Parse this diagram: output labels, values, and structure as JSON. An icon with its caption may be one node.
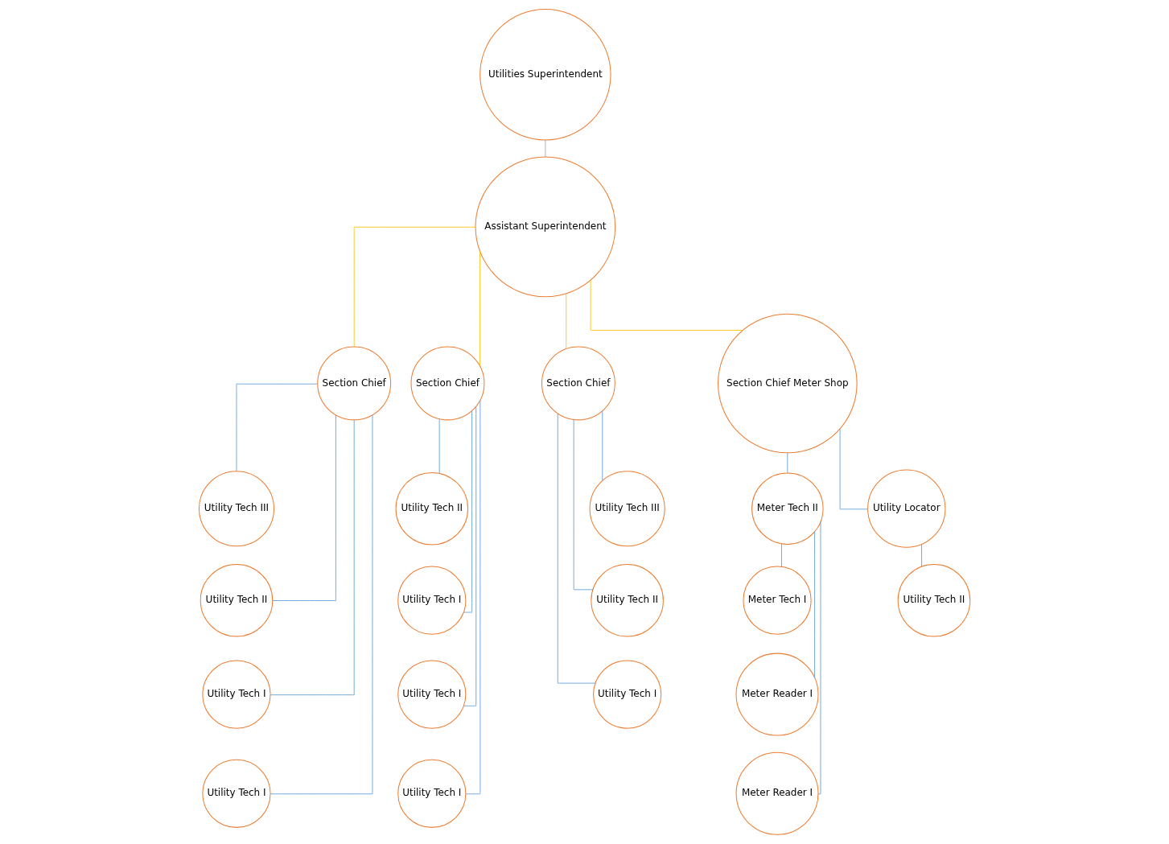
{
  "diagram": {
    "nodes": [
      {
        "text": [
          "Utilities Superintendent"
        ]
      },
      {
        "text": [
          "Assistant Superintendent"
        ]
      },
      {
        "text": [
          "Section Chief"
        ]
      },
      {
        "text": [
          "Section Chief"
        ]
      },
      {
        "text": [
          "Section Chief"
        ]
      },
      {
        "text": [
          "Section Chief Meter Shop"
        ]
      },
      {
        "text": [
          "Utility Tech III"
        ]
      },
      {
        "text": [
          "Utility Tech II"
        ]
      },
      {
        "text": [
          "Utility Tech I"
        ]
      },
      {
        "text": [
          "Utility Tech I"
        ]
      },
      {
        "text": [
          "Utility Tech II"
        ]
      },
      {
        "text": [
          "Utility Tech I"
        ]
      },
      {
        "text": [
          "Utility Tech I"
        ]
      },
      {
        "text": [
          "Utility Tech I"
        ]
      },
      {
        "text": [
          "Utility Tech III"
        ]
      },
      {
        "text": [
          "Utility Tech II"
        ]
      },
      {
        "text": [
          "Utility Tech I"
        ]
      },
      {
        "text": [
          "Meter Tech II"
        ]
      },
      {
        "text": [
          "Utility Locator"
        ]
      },
      {
        "text": [
          "Meter Tech I"
        ]
      },
      {
        "text": [
          "Meter Reader I"
        ]
      },
      {
        "text": [
          "Meter Reader I"
        ]
      },
      {
        "text": [
          "Utility Tech II"
        ]
      }
    ],
    "edges": [
      {
        "from": 0,
        "to": 1,
        "arrow": "none",
        "color": "#a5a5a5"
      },
      {
        "from": 1,
        "to": 2,
        "arrow": "none",
        "color": "#ffc000"
      },
      {
        "from": 1,
        "to": 3,
        "arrow": "none",
        "color": "#ffc000"
      },
      {
        "from": 1,
        "to": 4,
        "arrow": "none",
        "color": "#ffc000"
      },
      {
        "from": 1,
        "to": 5,
        "arrow": "none",
        "color": "#ffc000"
      },
      {
        "from": 2,
        "to": 6,
        "arrow": "none"
      },
      {
        "from": 2,
        "to": 7,
        "arrow": "none"
      },
      {
        "from": 2,
        "to": 8,
        "arrow": "none"
      },
      {
        "from": 2,
        "to": 9,
        "arrow": "none"
      },
      {
        "from": 3,
        "to": 10,
        "arrow": "none"
      },
      {
        "from": 3,
        "to": 11,
        "arrow": "none"
      },
      {
        "from": 3,
        "to": 12,
        "arrow": "none"
      },
      {
        "from": 3,
        "to": 13,
        "arrow": "none"
      },
      {
        "from": 4,
        "to": 14,
        "arrow": "none"
      },
      {
        "from": 4,
        "to": 15,
        "arrow": "none"
      },
      {
        "from": 4,
        "to": 16,
        "arrow": "none"
      },
      {
        "from": 5,
        "to": 17,
        "arrow": "none"
      },
      {
        "from": 5,
        "to": 18,
        "arrow": "none"
      },
      {
        "from": 17,
        "to": 19,
        "arrow": "none"
      },
      {
        "from": 17,
        "to": 20,
        "arrow": "none"
      },
      {
        "from": 17,
        "to": 21,
        "arrow": "none"
      },
      {
        "from": 18,
        "to": 22,
        "arrow": "none"
      }
    ]
  }
}
